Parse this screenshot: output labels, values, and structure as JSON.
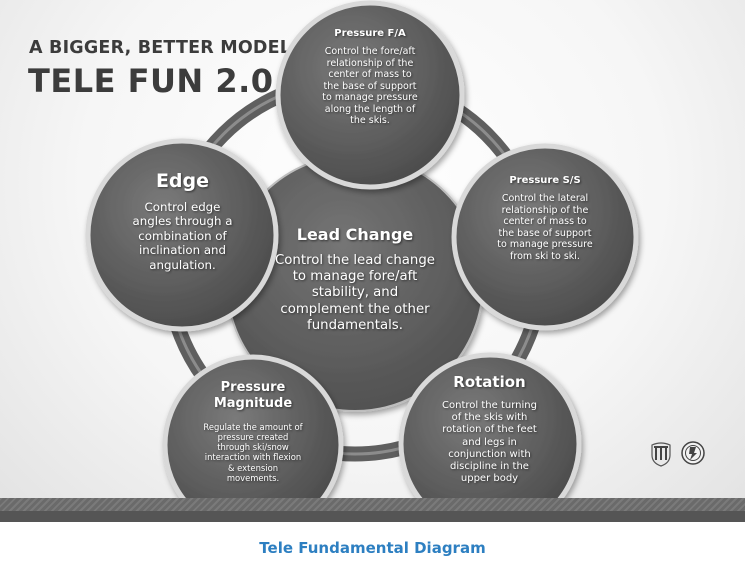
{
  "slide": {
    "heading_small": "A BIGGER, BETTER MODEL:",
    "heading_big": "TELE FUN 2.0"
  },
  "nodes": {
    "pressure_fa": {
      "title": "Pressure F/A",
      "body": [
        "Control the fore/aft",
        "relationship of the",
        "center of mass to",
        "the base of support",
        "to manage pressure",
        "along the length of",
        "the skis."
      ]
    },
    "pressure_ss": {
      "title": "Pressure S/S",
      "body": [
        "Control the lateral",
        "relationship of the",
        "center of mass to",
        "the base of support",
        "to manage pressure",
        "from ski to ski."
      ]
    },
    "edge": {
      "title": "Edge",
      "body": [
        "Control edge",
        "angles through a",
        "combination of",
        "inclination and",
        "angulation."
      ]
    },
    "lead_change": {
      "title": "Lead Change",
      "body": [
        "Control the lead change",
        "to manage fore/aft",
        "stability, and",
        "complement the other",
        "fundamentals."
      ]
    },
    "pressure_magnitude": {
      "title": [
        "Pressure",
        "Magnitude"
      ],
      "body": [
        "Regulate the amount of",
        "pressure created",
        "through ski/snow",
        "interaction with flexion",
        "& extension",
        "movements."
      ]
    },
    "rotation": {
      "title": "Rotation",
      "body": [
        "Control the turning",
        "of the skis with",
        "rotation of the feet",
        "and legs in",
        "conjunction with",
        "discipline in the",
        "upper body"
      ]
    }
  },
  "logos": [
    "column-seal-icon",
    "round-emblem-icon"
  ],
  "caption": "Tele Fundamental Diagram",
  "colors": {
    "caption": "#2d7fc1",
    "circle_fill": "#5b5b5b",
    "circle_border": "#d9d9d9",
    "ring": "#6e6e6e",
    "heading": "#3c3c3c"
  }
}
